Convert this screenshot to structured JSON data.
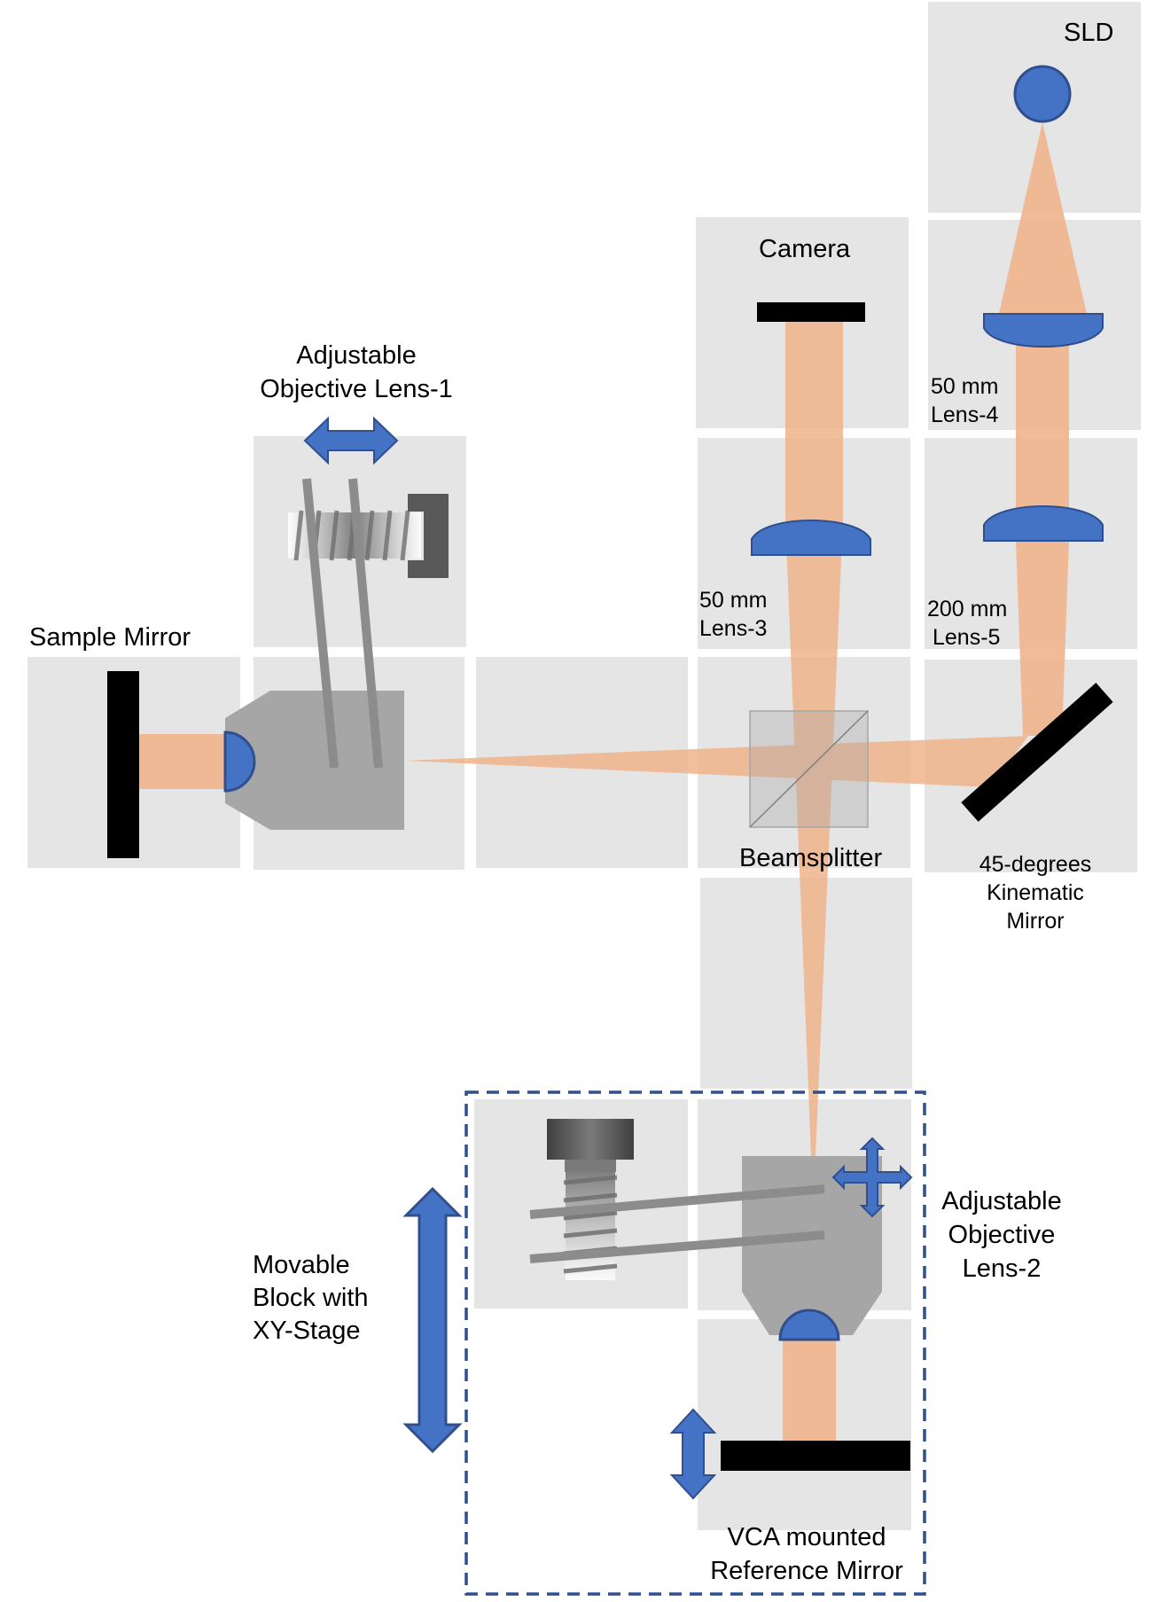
{
  "labels": {
    "sld": "SLD",
    "camera": "Camera",
    "objective1_line1": "Adjustable",
    "objective1_line2": "Objective Lens-1",
    "lens4_line1": "50 mm",
    "lens4_line2": "Lens-4",
    "lens3_line1": "50 mm",
    "lens3_line2": "Lens-3",
    "lens5_line1": "200 mm",
    "lens5_line2": "Lens-5",
    "sample_mirror": "Sample Mirror",
    "beamsplitter": "Beamsplitter",
    "kinematic_line1": "45-degrees",
    "kinematic_line2": "Kinematic",
    "kinematic_line3": "Mirror",
    "movable_line1": "Movable",
    "movable_line2": "Block with",
    "movable_line3": "XY-Stage",
    "objective2_line1": "Adjustable",
    "objective2_line2": "Objective",
    "objective2_line3": "Lens-2",
    "reference_line1": "VCA mounted",
    "reference_line2": "Reference Mirror"
  },
  "colors": {
    "panel": "#e5e5e5",
    "beam": "#f0b48c",
    "lens": "#4472c4",
    "lens_edge": "#2f4f8f",
    "housing": "#a6a6a6",
    "mirror": "#000000",
    "dashed_box": "#2f4f8f"
  }
}
